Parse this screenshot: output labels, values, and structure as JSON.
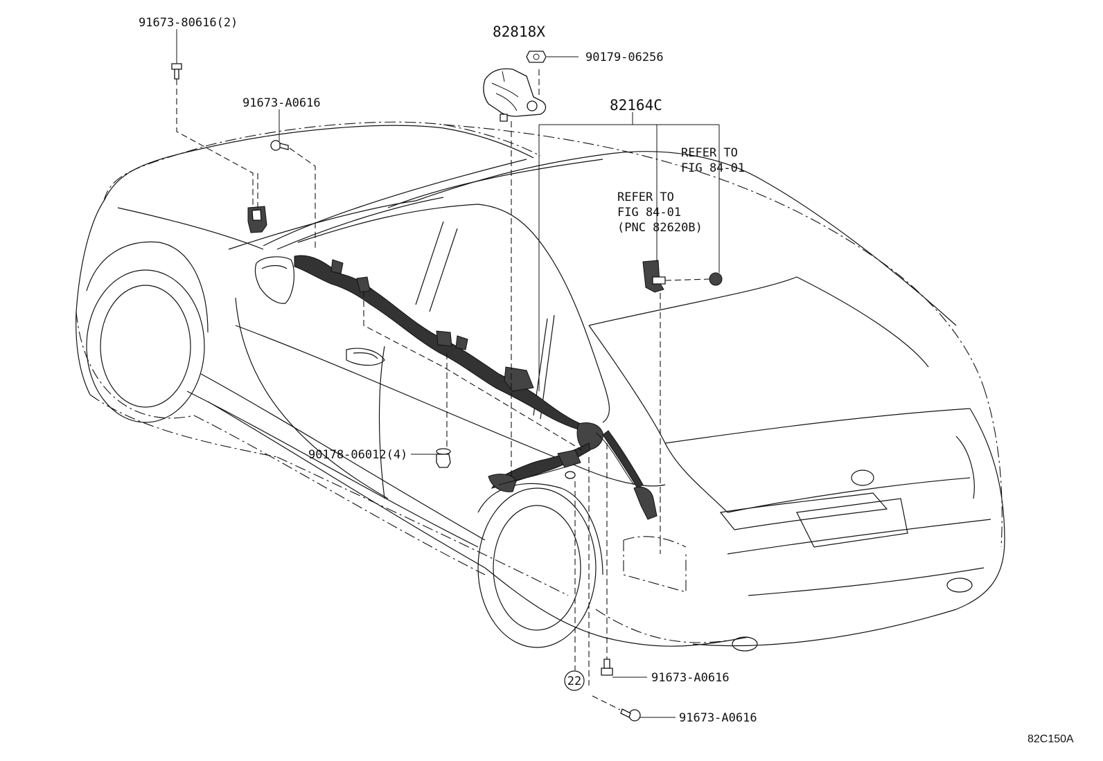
{
  "diagram": {
    "figure_code": "82C150A",
    "callouts": [
      {
        "id": "c1",
        "text": "91673-80616(2)"
      },
      {
        "id": "c2",
        "text": "91673-A0616"
      },
      {
        "id": "c3",
        "text": "82818X"
      },
      {
        "id": "c4",
        "text": "90179-06256"
      },
      {
        "id": "c5",
        "text": "82164C"
      },
      {
        "id": "c6",
        "text": "90178-06012(4)"
      },
      {
        "id": "c7",
        "text": "91673-A0616"
      },
      {
        "id": "c8",
        "text": "91673-A0616"
      },
      {
        "id": "c9",
        "text": "22"
      }
    ],
    "refer_notes": [
      {
        "id": "r1",
        "lines": [
          "REFER TO",
          "FIG 84-01"
        ]
      },
      {
        "id": "r2",
        "lines": [
          "REFER TO",
          "FIG 84-01",
          "(PNC 82620B)"
        ]
      }
    ]
  }
}
